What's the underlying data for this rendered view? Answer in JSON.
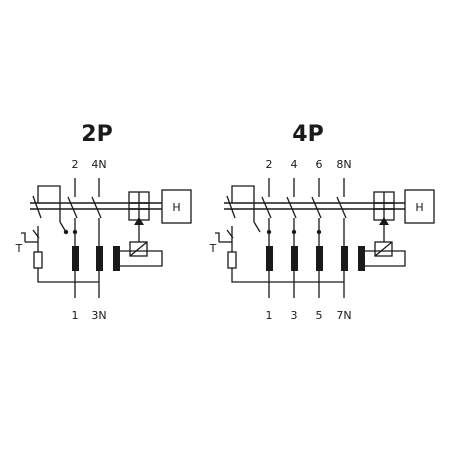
{
  "diagrams": [
    {
      "title": "2P",
      "top_terminals": [
        "2",
        "4N"
      ],
      "bottom_terminals": [
        "1",
        "3N"
      ],
      "test_button_label": "T",
      "device_label": "H"
    },
    {
      "title": "4P",
      "top_terminals": [
        "2",
        "4",
        "6",
        "8N"
      ],
      "bottom_terminals": [
        "1",
        "3",
        "5",
        "7N"
      ],
      "test_button_label": "T",
      "device_label": "H"
    }
  ],
  "colors": {
    "ink": "#1a1a1a",
    "background": "#ffffff"
  }
}
